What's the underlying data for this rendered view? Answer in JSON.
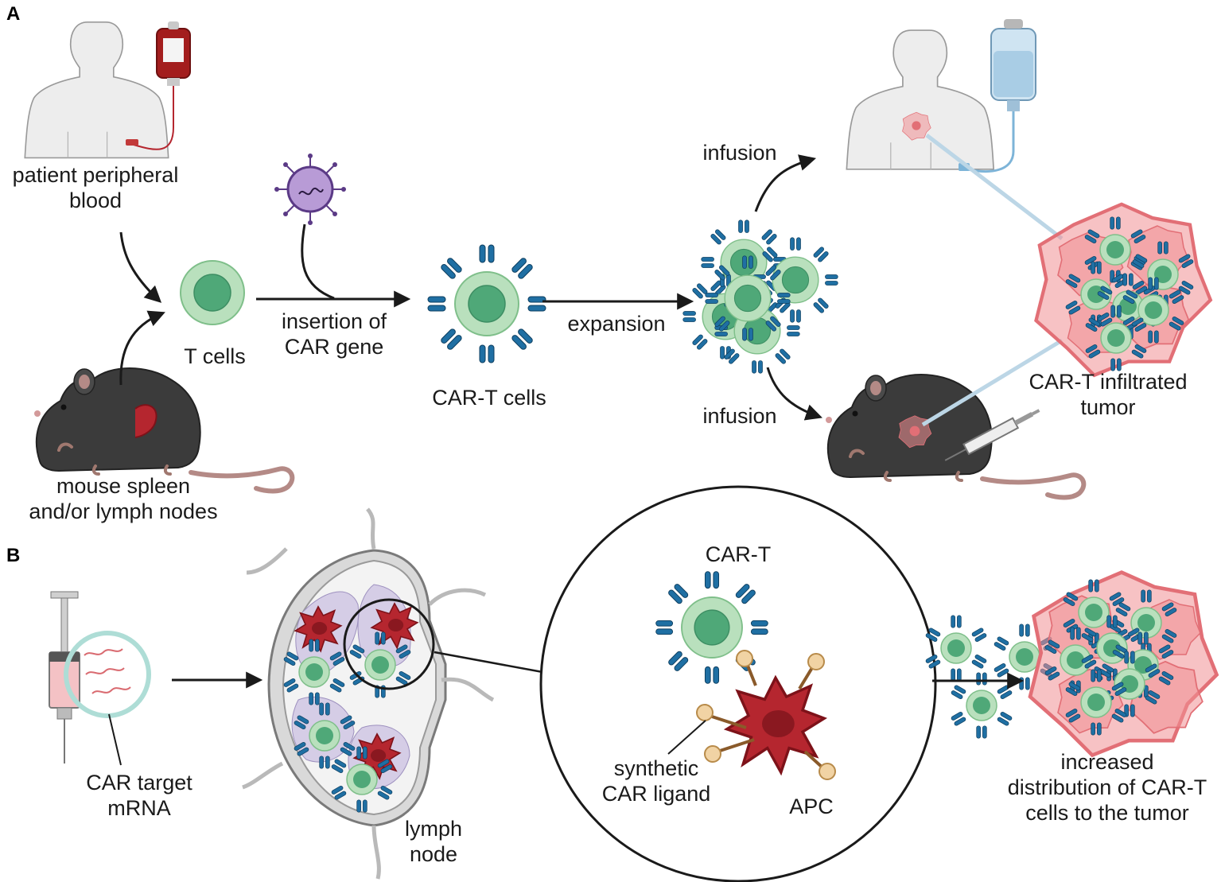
{
  "panels": {
    "a": "A",
    "b": "B"
  },
  "panel_a": {
    "patient_line1": "patient peripheral",
    "patient_line2": "blood",
    "mouse_line1": "mouse spleen",
    "mouse_line2": "and/or lymph nodes",
    "t_cells": "T cells",
    "insertion_line1": "insertion of",
    "insertion_line2": "CAR gene",
    "car_t_cells": "CAR-T cells",
    "expansion": "expansion",
    "infusion_top": "infusion",
    "infusion_bottom": "infusion",
    "tumor_line1": "CAR-T infiltrated",
    "tumor_line2": "tumor"
  },
  "panel_b": {
    "mrna_line1": "CAR target",
    "mrna_line2": "mRNA",
    "lymph_line1": "lymph",
    "lymph_line2": "node",
    "car_t": "CAR-T",
    "ligand_line1": "synthetic",
    "ligand_line2": "CAR ligand",
    "apc": "APC",
    "result_line1": "increased",
    "result_line2": "distribution of CAR-T",
    "result_line3": "cells to the tumor"
  },
  "colors": {
    "t_cell_outer": "#b9e0bd",
    "t_cell_nucleus": "#4fa878",
    "car_receptor": "#1f6fa3",
    "apc": "#b5262f",
    "tumor": "#f08f94",
    "lymph_lobule": "#d5cde6",
    "virus": "#7a4fa6",
    "blood": "#a31d1d",
    "iv_fluid": "#a9cde5",
    "mouse": "#3b3b3b"
  }
}
